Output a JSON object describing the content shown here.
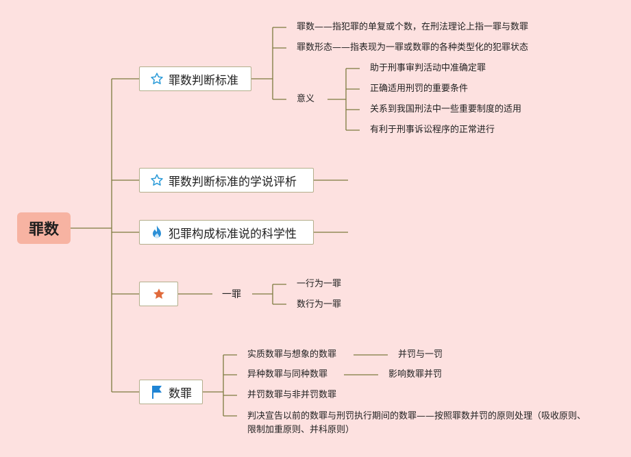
{
  "root": {
    "label": "罪数"
  },
  "branches": [
    {
      "label": "罪数判断标准",
      "icon": "star-outline-icon",
      "children": [
        "罪数——指犯罪的单复或个数，在刑法理论上指一罪与数罪",
        "罪数形态——指表现为一罪或数罪的各种类型化的犯罪状态",
        {
          "label": "意义",
          "children": [
            "助于刑事审判活动中准确定罪",
            "正确适用刑罚的重要条件",
            "关系到我国刑法中一些重要制度的适用",
            "有利于刑事诉讼程序的正常进行"
          ]
        }
      ]
    },
    {
      "label": "罪数判断标准的学说评析",
      "icon": "star-outline-icon",
      "children": []
    },
    {
      "label": "犯罪构成标准说的科学性",
      "icon": "flame-icon",
      "children": []
    },
    {
      "label": "",
      "icon": "star-filled-icon",
      "children": [
        {
          "label": "一罪",
          "children": [
            "一行为一罪",
            "数行为一罪"
          ]
        }
      ]
    },
    {
      "label": "数罪",
      "icon": "flag-icon",
      "children": [
        {
          "label": "实质数罪与想象的数罪",
          "children": [
            "并罚与一罚"
          ]
        },
        {
          "label": "异种数罪与同种数罪",
          "children": [
            "影响数罪并罚"
          ]
        },
        "并罚数罪与非并罚数罪",
        "判决宣告以前的数罪与刑罚执行期间的数罪——按照罪数并罚的原则处理（吸收原则、限制加重原则、并科原则）"
      ]
    }
  ],
  "colors": {
    "background": "#fde1e0",
    "root_fill": "#f7b3a2",
    "connector": "#7c7a3e",
    "star_outline": "#2b9bd8",
    "flame": "#2b8fd6",
    "star_filled": "#e06a3b",
    "flag": "#1f84d4"
  }
}
